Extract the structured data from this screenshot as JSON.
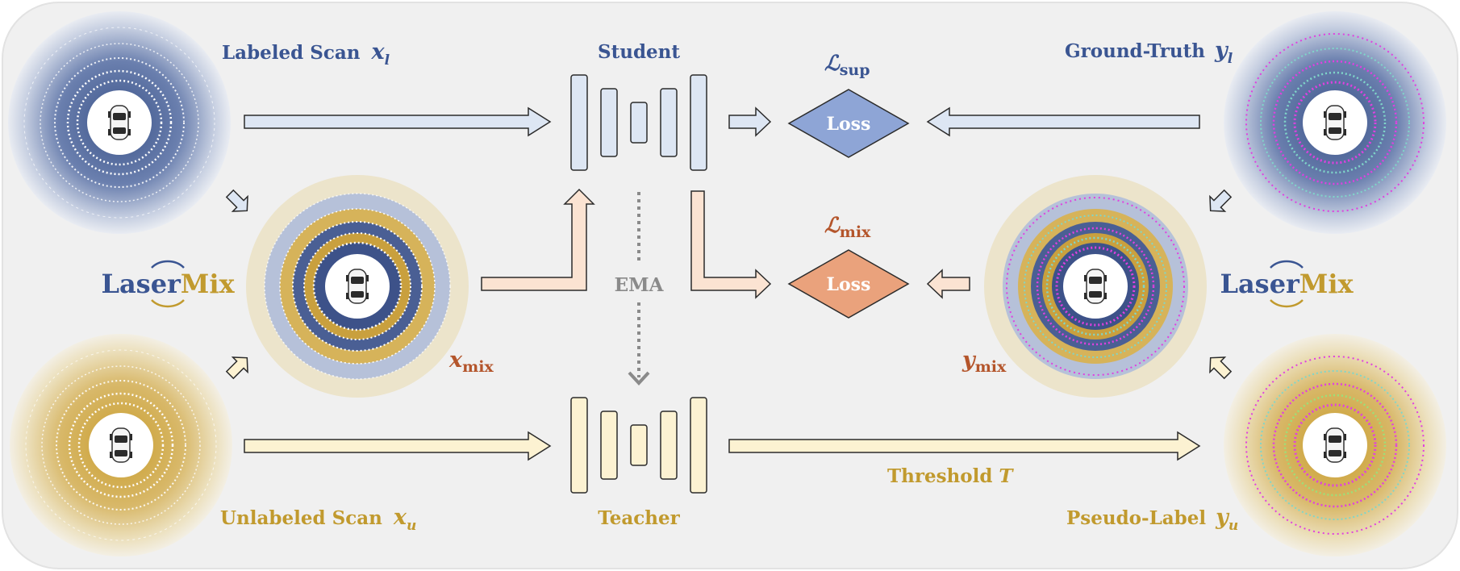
{
  "colors": {
    "blue": "#3a5592",
    "gold": "#c19a2e",
    "orange": "#b4552b",
    "gray": "#8a8a8a",
    "blue_fill": "#dde6f3",
    "gold_fill": "#fcf2d2",
    "orange_fill": "#fbe3d2",
    "loss_blue": "#8ea5d6",
    "loss_orange": "#eaa27c"
  },
  "labels": {
    "labeled_scan": "Labeled Scan",
    "labeled_scan_var": "x",
    "labeled_scan_sub": "l",
    "unlabeled_scan": "Unlabeled Scan",
    "unlabeled_scan_var": "x",
    "unlabeled_scan_sub": "u",
    "ground_truth": "Ground-Truth",
    "ground_truth_var": "y",
    "ground_truth_sub": "l",
    "pseudo_label": "Pseudo-Label",
    "pseudo_label_var": "y",
    "pseudo_label_sub": "u",
    "student": "Student",
    "teacher": "Teacher",
    "ema": "EMA",
    "threshold": "Threshold",
    "threshold_var": "T",
    "loss_sup_symbol": "ℒ",
    "loss_sup_sub": "sup",
    "loss_mix_symbol": "ℒ",
    "loss_mix_sub": "mix",
    "loss_text_top": "Loss",
    "loss_text_bottom": "Loss",
    "x_mix_var": "x",
    "x_mix_sub": "mix",
    "y_mix_var": "y",
    "y_mix_sub": "mix",
    "lasermix_left_a": "Laser",
    "lasermix_left_b": "Mix",
    "lasermix_right_a": "Laser",
    "lasermix_right_b": "Mix"
  }
}
